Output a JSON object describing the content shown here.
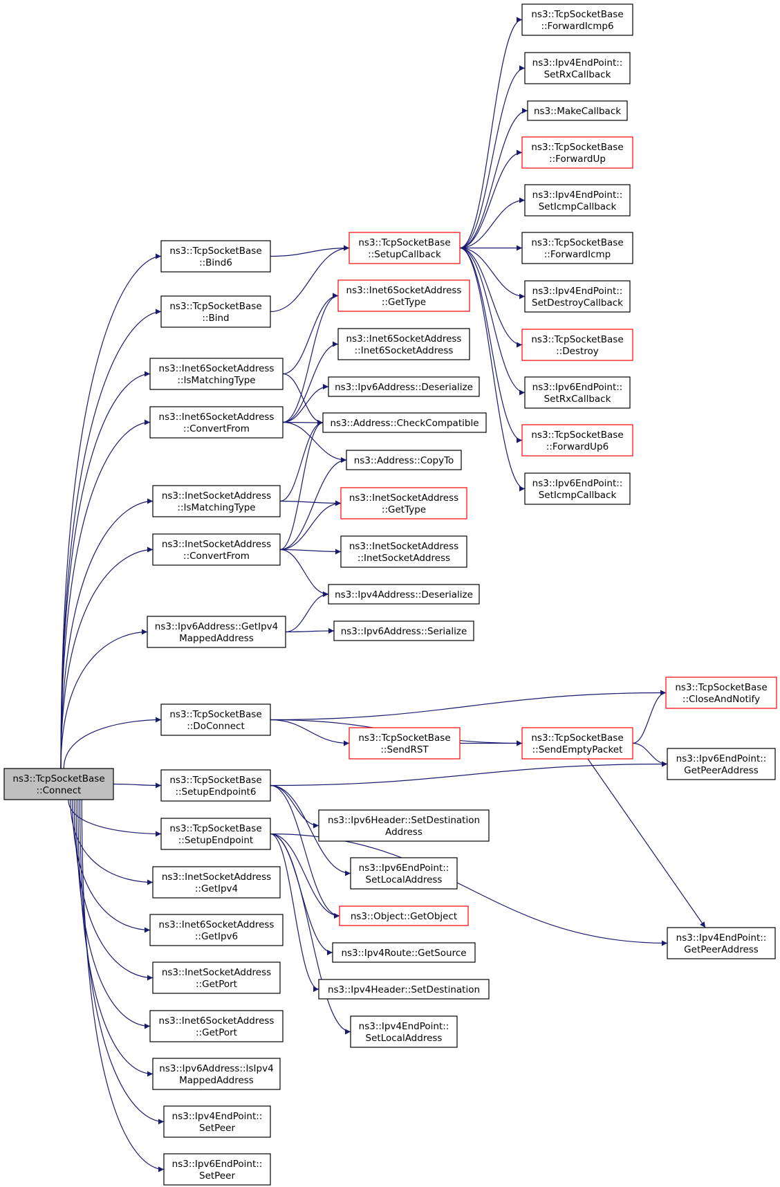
{
  "graph": {
    "edge_color": "#191970",
    "root_fill": "#bfbfbf",
    "highlight_border_color": "#ff0000",
    "nodes": [
      {
        "id": "connect",
        "lines": [
          "ns3::TcpSocketBase",
          "::Connect"
        ],
        "style": "root"
      },
      {
        "id": "bind6",
        "lines": [
          "ns3::TcpSocketBase",
          "::Bind6"
        ],
        "style": "normal"
      },
      {
        "id": "bind",
        "lines": [
          "ns3::TcpSocketBase",
          "::Bind"
        ],
        "style": "normal"
      },
      {
        "id": "i6ismatch",
        "lines": [
          "ns3::Inet6SocketAddress",
          "::IsMatchingType"
        ],
        "style": "normal"
      },
      {
        "id": "i6convert",
        "lines": [
          "ns3::Inet6SocketAddress",
          "::ConvertFrom"
        ],
        "style": "normal"
      },
      {
        "id": "i4ismatch",
        "lines": [
          "ns3::InetSocketAddress",
          "::IsMatchingType"
        ],
        "style": "normal"
      },
      {
        "id": "i4convert",
        "lines": [
          "ns3::InetSocketAddress",
          "::ConvertFrom"
        ],
        "style": "normal"
      },
      {
        "id": "getipv4mapped",
        "lines": [
          "ns3::Ipv6Address::GetIpv4",
          "MappedAddress"
        ],
        "style": "normal"
      },
      {
        "id": "doconnect",
        "lines": [
          "ns3::TcpSocketBase",
          "::DoConnect"
        ],
        "style": "normal"
      },
      {
        "id": "setupep6",
        "lines": [
          "ns3::TcpSocketBase",
          "::SetupEndpoint6"
        ],
        "style": "normal"
      },
      {
        "id": "setupep",
        "lines": [
          "ns3::TcpSocketBase",
          "::SetupEndpoint"
        ],
        "style": "normal"
      },
      {
        "id": "i4getipv4",
        "lines": [
          "ns3::InetSocketAddress",
          "::GetIpv4"
        ],
        "style": "normal"
      },
      {
        "id": "i6getipv6",
        "lines": [
          "ns3::Inet6SocketAddress",
          "::GetIpv6"
        ],
        "style": "normal"
      },
      {
        "id": "i4getport",
        "lines": [
          "ns3::InetSocketAddress",
          "::GetPort"
        ],
        "style": "normal"
      },
      {
        "id": "i6getport",
        "lines": [
          "ns3::Inet6SocketAddress",
          "::GetPort"
        ],
        "style": "normal"
      },
      {
        "id": "isipv4mapped",
        "lines": [
          "ns3::Ipv6Address::IsIpv4",
          "MappedAddress"
        ],
        "style": "normal"
      },
      {
        "id": "ep4setpeer",
        "lines": [
          "ns3::Ipv4EndPoint::",
          "SetPeer"
        ],
        "style": "normal"
      },
      {
        "id": "ep6setpeer",
        "lines": [
          "ns3::Ipv6EndPoint::",
          "SetPeer"
        ],
        "style": "normal"
      },
      {
        "id": "setupcb",
        "lines": [
          "ns3::TcpSocketBase",
          "::SetupCallback"
        ],
        "style": "red"
      },
      {
        "id": "i6gettype",
        "lines": [
          "ns3::Inet6SocketAddress",
          "::GetType"
        ],
        "style": "red"
      },
      {
        "id": "i6ctor",
        "lines": [
          "ns3::Inet6SocketAddress",
          "::Inet6SocketAddress"
        ],
        "style": "normal"
      },
      {
        "id": "ipv6deser",
        "lines": [
          "ns3::Ipv6Address::Deserialize"
        ],
        "style": "normal"
      },
      {
        "id": "checkcompat",
        "lines": [
          "ns3::Address::CheckCompatible"
        ],
        "style": "normal"
      },
      {
        "id": "copyto",
        "lines": [
          "ns3::Address::CopyTo"
        ],
        "style": "normal"
      },
      {
        "id": "i4gettype",
        "lines": [
          "ns3::InetSocketAddress",
          "::GetType"
        ],
        "style": "red"
      },
      {
        "id": "i4ctor",
        "lines": [
          "ns3::InetSocketAddress",
          "::InetSocketAddress"
        ],
        "style": "normal"
      },
      {
        "id": "ipv4deser",
        "lines": [
          "ns3::Ipv4Address::Deserialize"
        ],
        "style": "normal"
      },
      {
        "id": "ipv6ser",
        "lines": [
          "ns3::Ipv6Address::Serialize"
        ],
        "style": "normal"
      },
      {
        "id": "sendrst",
        "lines": [
          "ns3::TcpSocketBase",
          "::SendRST"
        ],
        "style": "red"
      },
      {
        "id": "sendempty",
        "lines": [
          "ns3::TcpSocketBase",
          "::SendEmptyPacket"
        ],
        "style": "red"
      },
      {
        "id": "closenotify",
        "lines": [
          "ns3::TcpSocketBase",
          "::CloseAndNotify"
        ],
        "style": "red"
      },
      {
        "id": "ep6getpeer",
        "lines": [
          "ns3::Ipv6EndPoint::",
          "GetPeerAddress"
        ],
        "style": "normal"
      },
      {
        "id": "ep4getpeer",
        "lines": [
          "ns3::Ipv4EndPoint::",
          "GetPeerAddress"
        ],
        "style": "normal"
      },
      {
        "id": "ipv6hdrsetdest",
        "lines": [
          "ns3::Ipv6Header::SetDestination",
          "Address"
        ],
        "style": "normal"
      },
      {
        "id": "ep6setlocal",
        "lines": [
          "ns3::Ipv6EndPoint::",
          "SetLocalAddress"
        ],
        "style": "normal"
      },
      {
        "id": "getobject",
        "lines": [
          "ns3::Object::GetObject"
        ],
        "style": "red"
      },
      {
        "id": "ipv4routegetsrc",
        "lines": [
          "ns3::Ipv4Route::GetSource"
        ],
        "style": "normal"
      },
      {
        "id": "ipv4hdrsetdest",
        "lines": [
          "ns3::Ipv4Header::SetDestination"
        ],
        "style": "normal"
      },
      {
        "id": "ep4setlocal",
        "lines": [
          "ns3::Ipv4EndPoint::",
          "SetLocalAddress"
        ],
        "style": "normal"
      },
      {
        "id": "fwdicmp6",
        "lines": [
          "ns3::TcpSocketBase",
          "::ForwardIcmp6"
        ],
        "style": "normal"
      },
      {
        "id": "ep4setrx",
        "lines": [
          "ns3::Ipv4EndPoint::",
          "SetRxCallback"
        ],
        "style": "normal"
      },
      {
        "id": "makecb",
        "lines": [
          "ns3::MakeCallback"
        ],
        "style": "normal"
      },
      {
        "id": "fwdup",
        "lines": [
          "ns3::TcpSocketBase",
          "::ForwardUp"
        ],
        "style": "red"
      },
      {
        "id": "ep4seticmp",
        "lines": [
          "ns3::Ipv4EndPoint::",
          "SetIcmpCallback"
        ],
        "style": "normal"
      },
      {
        "id": "fwdicmp",
        "lines": [
          "ns3::TcpSocketBase",
          "::ForwardIcmp"
        ],
        "style": "normal"
      },
      {
        "id": "ep4setdestroy",
        "lines": [
          "ns3::Ipv4EndPoint::",
          "SetDestroyCallback"
        ],
        "style": "normal"
      },
      {
        "id": "destroy",
        "lines": [
          "ns3::TcpSocketBase",
          "::Destroy"
        ],
        "style": "red"
      },
      {
        "id": "ep6setrx",
        "lines": [
          "ns3::Ipv6EndPoint::",
          "SetRxCallback"
        ],
        "style": "normal"
      },
      {
        "id": "fwdup6",
        "lines": [
          "ns3::TcpSocketBase",
          "::ForwardUp6"
        ],
        "style": "red"
      },
      {
        "id": "ep6seticmp",
        "lines": [
          "ns3::Ipv6EndPoint::",
          "SetIcmpCallback"
        ],
        "style": "normal"
      }
    ],
    "edges": [
      [
        "connect",
        "bind6"
      ],
      [
        "connect",
        "bind"
      ],
      [
        "connect",
        "i6ismatch"
      ],
      [
        "connect",
        "i6convert"
      ],
      [
        "connect",
        "i4ismatch"
      ],
      [
        "connect",
        "i4convert"
      ],
      [
        "connect",
        "getipv4mapped"
      ],
      [
        "connect",
        "doconnect"
      ],
      [
        "connect",
        "setupep6"
      ],
      [
        "connect",
        "setupep"
      ],
      [
        "connect",
        "i4getipv4"
      ],
      [
        "connect",
        "i6getipv6"
      ],
      [
        "connect",
        "i4getport"
      ],
      [
        "connect",
        "i6getport"
      ],
      [
        "connect",
        "isipv4mapped"
      ],
      [
        "connect",
        "ep4setpeer"
      ],
      [
        "connect",
        "ep6setpeer"
      ],
      [
        "bind6",
        "setupcb"
      ],
      [
        "bind",
        "setupcb"
      ],
      [
        "setupcb",
        "fwdicmp6"
      ],
      [
        "setupcb",
        "ep4setrx"
      ],
      [
        "setupcb",
        "makecb"
      ],
      [
        "setupcb",
        "fwdup"
      ],
      [
        "setupcb",
        "ep4seticmp"
      ],
      [
        "setupcb",
        "fwdicmp"
      ],
      [
        "setupcb",
        "ep4setdestroy"
      ],
      [
        "setupcb",
        "destroy"
      ],
      [
        "setupcb",
        "ep6setrx"
      ],
      [
        "setupcb",
        "fwdup6"
      ],
      [
        "setupcb",
        "ep6seticmp"
      ],
      [
        "i6ismatch",
        "i6gettype"
      ],
      [
        "i6ismatch",
        "checkcompat"
      ],
      [
        "i6convert",
        "i6gettype"
      ],
      [
        "i6convert",
        "i6ctor"
      ],
      [
        "i6convert",
        "ipv6deser"
      ],
      [
        "i6convert",
        "checkcompat"
      ],
      [
        "i6convert",
        "copyto"
      ],
      [
        "i4ismatch",
        "checkcompat"
      ],
      [
        "i4ismatch",
        "i4gettype"
      ],
      [
        "i4convert",
        "checkcompat"
      ],
      [
        "i4convert",
        "copyto"
      ],
      [
        "i4convert",
        "i4gettype"
      ],
      [
        "i4convert",
        "i4ctor"
      ],
      [
        "i4convert",
        "ipv4deser"
      ],
      [
        "getipv4mapped",
        "ipv4deser"
      ],
      [
        "getipv4mapped",
        "ipv6ser"
      ],
      [
        "doconnect",
        "closenotify"
      ],
      [
        "doconnect",
        "sendempty"
      ],
      [
        "doconnect",
        "sendrst"
      ],
      [
        "sendrst",
        "sendempty"
      ],
      [
        "sendempty",
        "closenotify"
      ],
      [
        "sendempty",
        "ep6getpeer"
      ],
      [
        "sendempty",
        "ep4getpeer"
      ],
      [
        "setupep6",
        "ep6getpeer"
      ],
      [
        "setupep6",
        "ipv6hdrsetdest"
      ],
      [
        "setupep6",
        "ep6setlocal"
      ],
      [
        "setupep6",
        "getobject"
      ],
      [
        "setupep",
        "getobject"
      ],
      [
        "setupep",
        "ipv4routegetsrc"
      ],
      [
        "setupep",
        "ipv4hdrsetdest"
      ],
      [
        "setupep",
        "ep4setlocal"
      ],
      [
        "setupep",
        "ep4getpeer"
      ]
    ]
  }
}
